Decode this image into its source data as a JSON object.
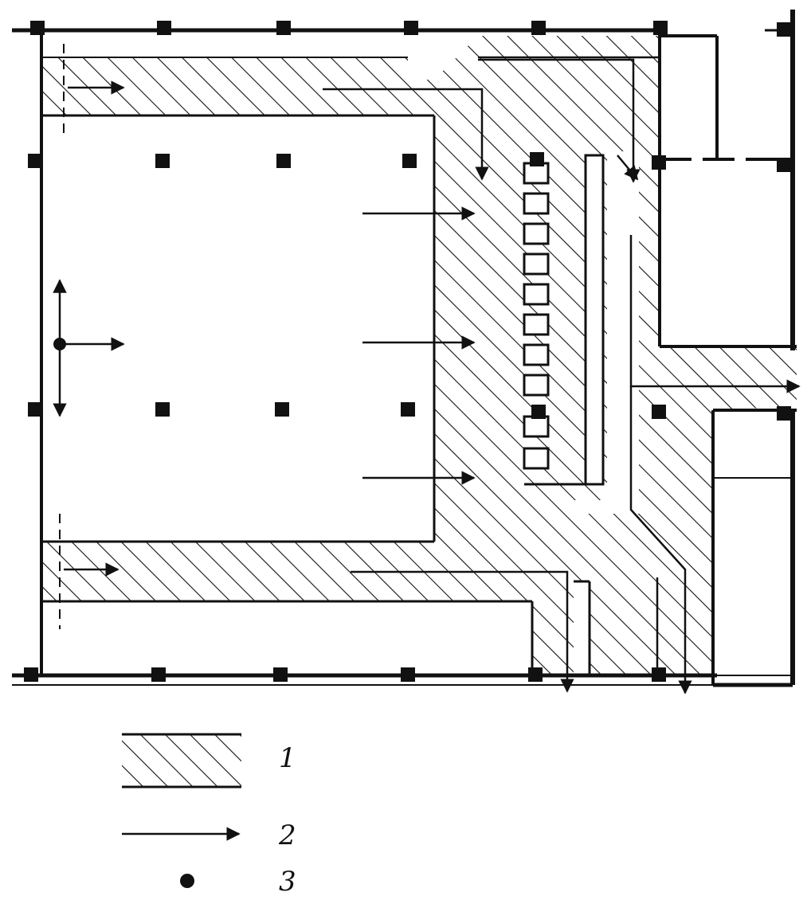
{
  "colors": {
    "ink": "#111111",
    "paper": "#ffffff"
  },
  "legend": [
    {
      "symbol": "hatched-zone",
      "label": "1"
    },
    {
      "symbol": "flow-arrow",
      "label": "2"
    },
    {
      "symbol": "dot-point",
      "label": "3"
    }
  ]
}
